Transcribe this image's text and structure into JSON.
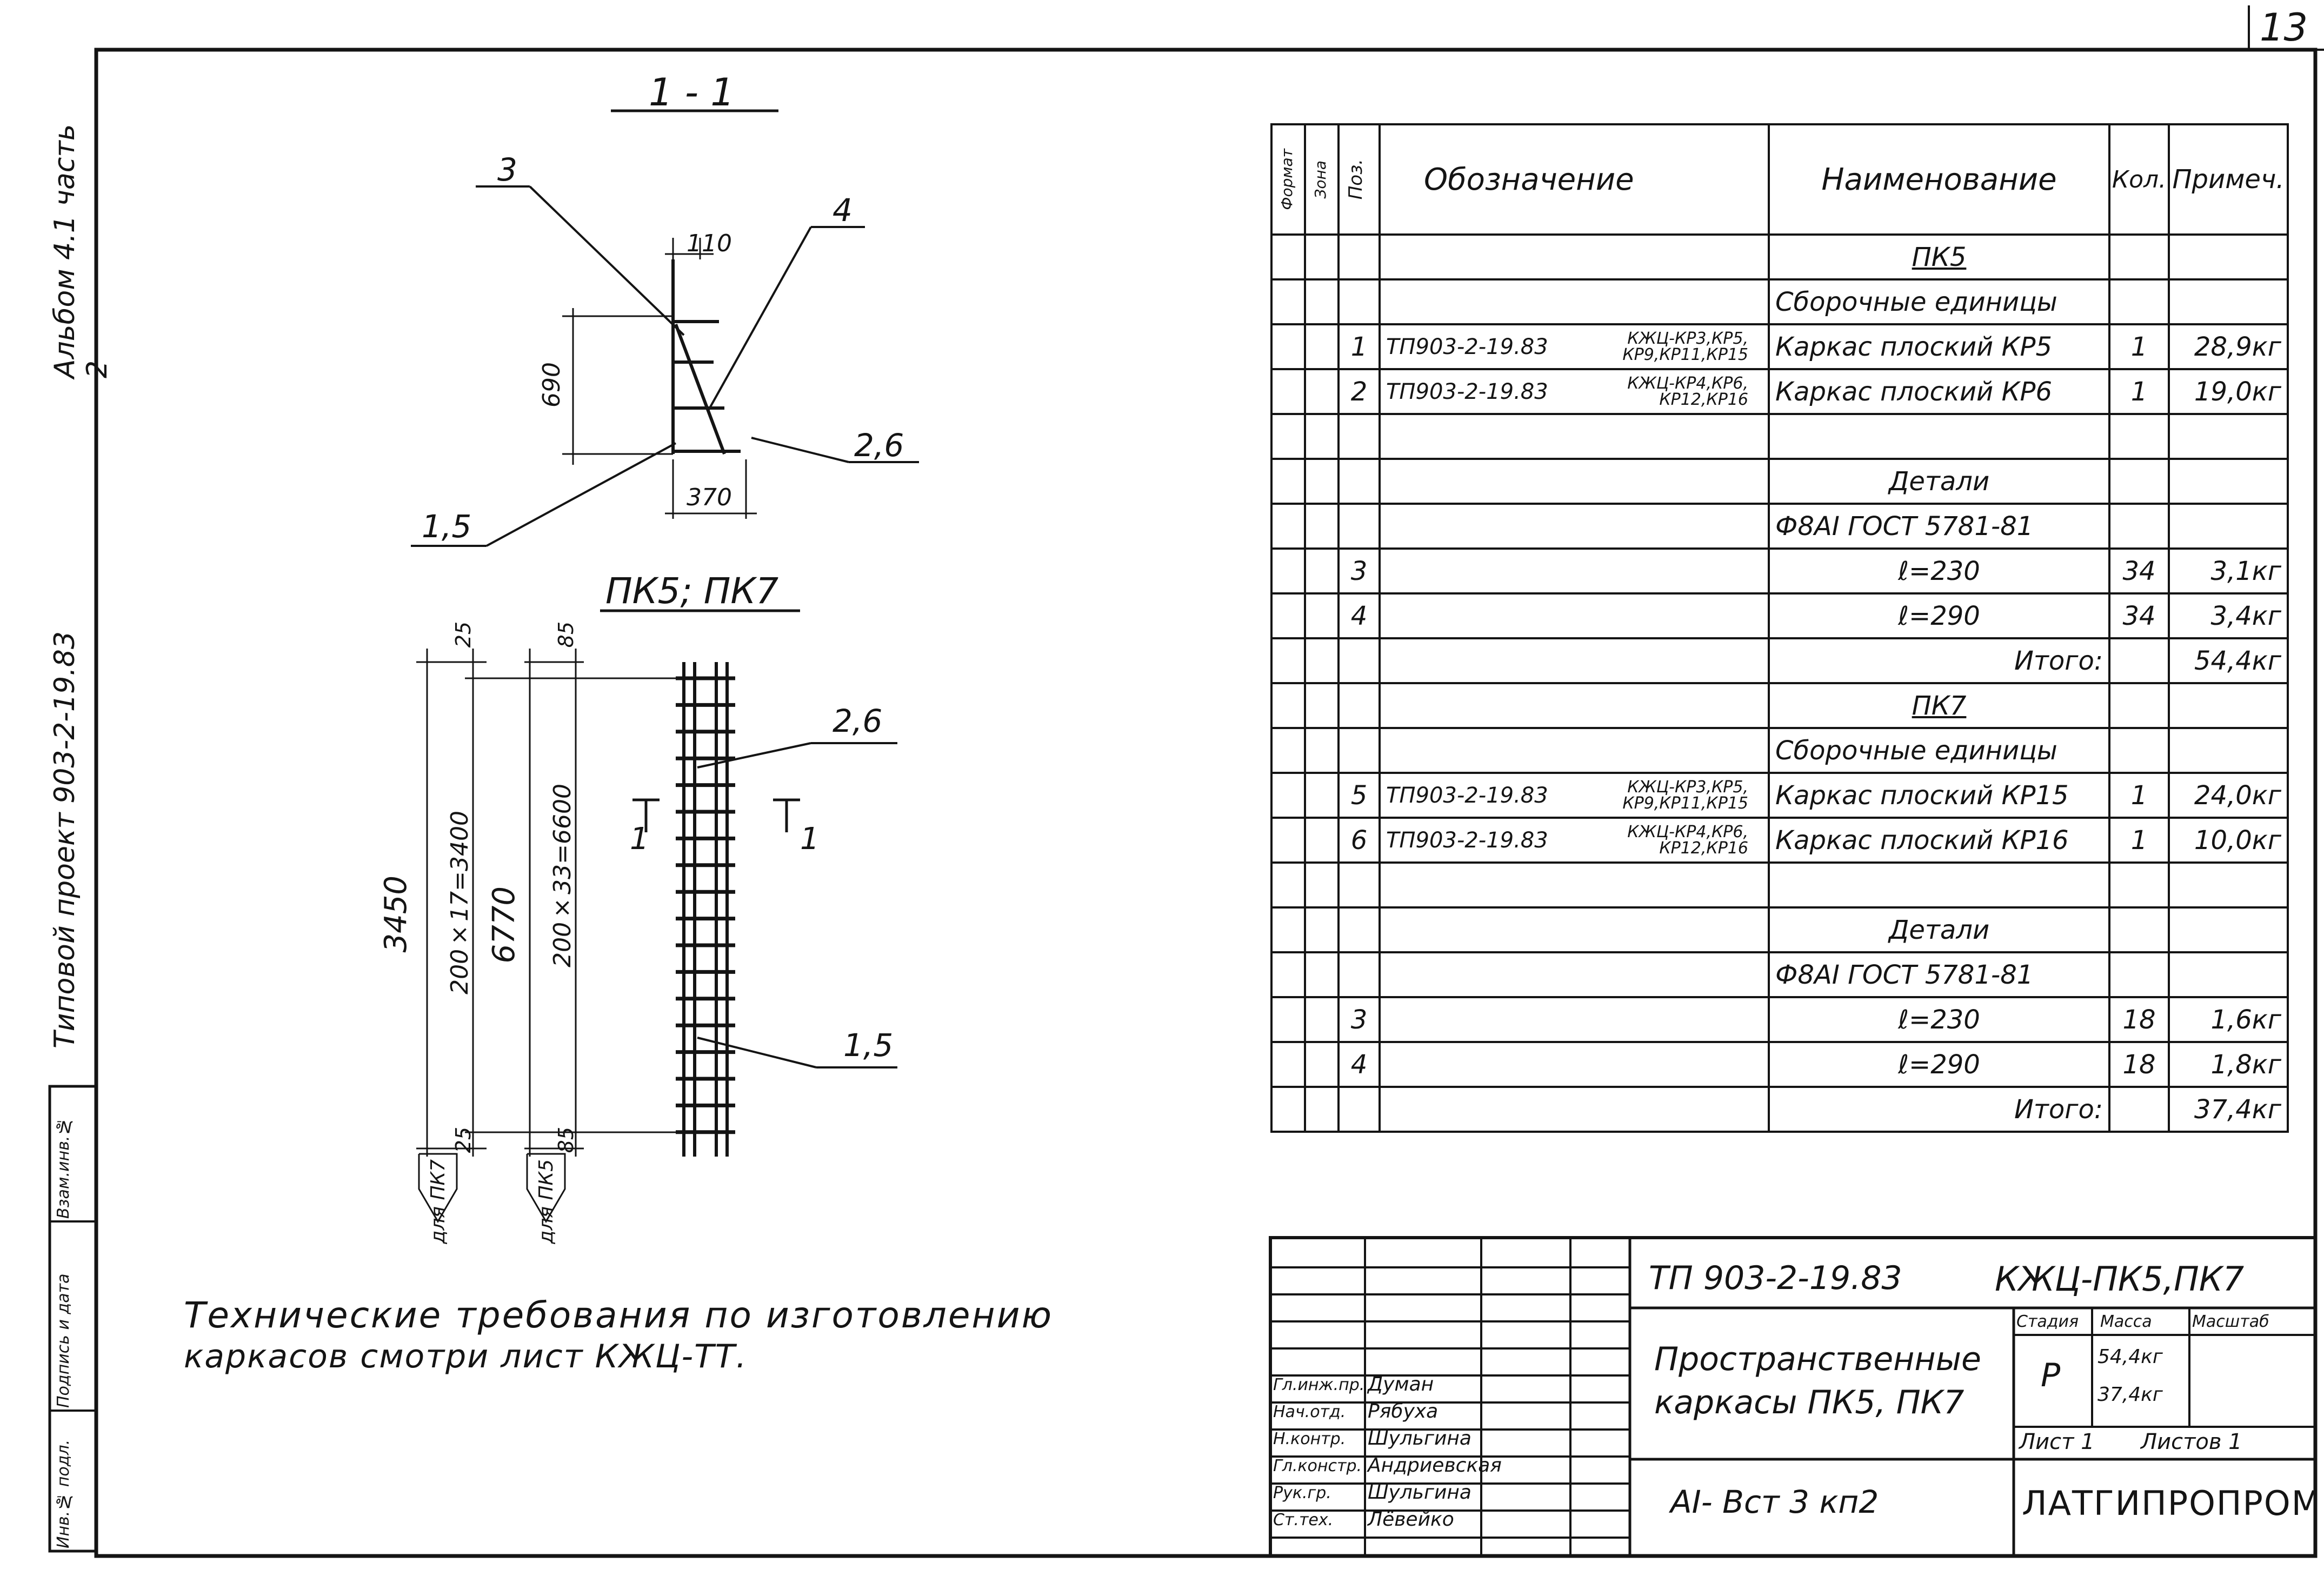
{
  "sheet_number": "13",
  "side_stamps": {
    "album": "Альбом 4.1 часть 2",
    "project": "Типовой проект 903-2-19.83",
    "vzam": "Взам.инв.№",
    "podpis": "Подпись и дата",
    "inv": "Инв.№ подл."
  },
  "section_view": {
    "title": "1 - 1",
    "callouts": [
      "3",
      "4",
      "2,6",
      "1,5"
    ],
    "dims": {
      "top": "110",
      "height": "690",
      "bottom": "370"
    }
  },
  "elevation_view": {
    "title": "ПК5; ПК7",
    "callouts": [
      "2,6",
      "1,5"
    ],
    "section_marks": [
      "1",
      "1"
    ],
    "dims_left": {
      "top": "25",
      "overall": "3450",
      "pitch": "200×17=3400",
      "bottom": "25",
      "note": "для ПК7"
    },
    "dims_right": {
      "top": "85",
      "overall": "6770",
      "pitch": "200×33=6600",
      "bottom": "85",
      "note": "для ПК5"
    }
  },
  "technical_note": {
    "line1": "Технические требования по изготовлению",
    "line2": "каркасов смотри лист КЖЦ-ТТ."
  },
  "spec_table": {
    "headers": {
      "format": "Формат",
      "zone": "Зона",
      "pos": "Поз.",
      "designation": "Обозначение",
      "name": "Наименование",
      "qty": "Кол.",
      "note": "Примеч."
    },
    "rows": [
      {
        "pos": "",
        "designation": "",
        "sub": "",
        "name": "ПК5",
        "qty": "",
        "note": "",
        "style": "center-underline"
      },
      {
        "pos": "",
        "designation": "",
        "sub": "",
        "name": "Сборочные единицы",
        "qty": "",
        "note": "",
        "style": ""
      },
      {
        "pos": "1",
        "designation": "ТП903-2-19.83",
        "sub": "КЖЦ-КР3,КР5, КР9,КР11,КР15",
        "name": "Каркас плоский КР5",
        "qty": "1",
        "note": "28,9кг",
        "style": ""
      },
      {
        "pos": "2",
        "designation": "ТП903-2-19.83",
        "sub": "КЖЦ-КР4,КР6, КР12,КР16",
        "name": "Каркас плоский КР6",
        "qty": "1",
        "note": "19,0кг",
        "style": ""
      },
      {
        "pos": "",
        "designation": "",
        "sub": "",
        "name": "",
        "qty": "",
        "note": "",
        "style": ""
      },
      {
        "pos": "",
        "designation": "",
        "sub": "",
        "name": "Детали",
        "qty": "",
        "note": "",
        "style": "center"
      },
      {
        "pos": "",
        "designation": "",
        "sub": "",
        "name": "Ф8АI ГОСТ 5781-81",
        "qty": "",
        "note": "",
        "style": ""
      },
      {
        "pos": "3",
        "designation": "",
        "sub": "",
        "name": "ℓ=230",
        "qty": "34",
        "note": "3,1кг",
        "style": "center"
      },
      {
        "pos": "4",
        "designation": "",
        "sub": "",
        "name": "ℓ=290",
        "qty": "34",
        "note": "3,4кг",
        "style": "center"
      },
      {
        "pos": "",
        "designation": "",
        "sub": "",
        "name": "Итого:",
        "qty": "",
        "note": "54,4кг",
        "style": "right"
      },
      {
        "pos": "",
        "designation": "",
        "sub": "",
        "name": "ПК7",
        "qty": "",
        "note": "",
        "style": "center-underline"
      },
      {
        "pos": "",
        "designation": "",
        "sub": "",
        "name": "Сборочные единицы",
        "qty": "",
        "note": "",
        "style": ""
      },
      {
        "pos": "5",
        "designation": "ТП903-2-19.83",
        "sub": "КЖЦ-КР3,КР5, КР9,КР11,КР15",
        "name": "Каркас плоский КР15",
        "qty": "1",
        "note": "24,0кг",
        "style": ""
      },
      {
        "pos": "6",
        "designation": "ТП903-2-19.83",
        "sub": "КЖЦ-КР4,КР6, КР12,КР16",
        "name": "Каркас плоский КР16",
        "qty": "1",
        "note": "10,0кг",
        "style": ""
      },
      {
        "pos": "",
        "designation": "",
        "sub": "",
        "name": "",
        "qty": "",
        "note": "",
        "style": ""
      },
      {
        "pos": "",
        "designation": "",
        "sub": "",
        "name": "Детали",
        "qty": "",
        "note": "",
        "style": "center"
      },
      {
        "pos": "",
        "designation": "",
        "sub": "",
        "name": "Ф8АI ГОСТ 5781-81",
        "qty": "",
        "note": "",
        "style": ""
      },
      {
        "pos": "3",
        "designation": "",
        "sub": "",
        "name": "ℓ=230",
        "qty": "18",
        "note": "1,6кг",
        "style": "center"
      },
      {
        "pos": "4",
        "designation": "",
        "sub": "",
        "name": "ℓ=290",
        "qty": "18",
        "note": "1,8кг",
        "style": "center"
      },
      {
        "pos": "",
        "designation": "",
        "sub": "",
        "name": "Итого:",
        "qty": "",
        "note": "37,4кг",
        "style": "right"
      }
    ]
  },
  "title_block": {
    "doc_code": "ТП 903-2-19.83",
    "sheet_code": "КЖЦ-ПК5,ПК7",
    "title_line1": "Пространственные",
    "title_line2": "каркасы ПК5, ПК7",
    "material": "АI- Вст 3 кп2",
    "stage_label": "Стадия",
    "mass_label": "Масса",
    "scale_label": "Масштаб",
    "stage": "Р",
    "mass1": "54,4кг",
    "mass2": "37,4кг",
    "sheet_label": "Лист 1",
    "sheets_label": "Листов 1",
    "organization": "ЛАТГИПРОПРОМ",
    "signatures": [
      {
        "role": "Гл.инж.пр.",
        "name": "Думан"
      },
      {
        "role": "Нач.отд.",
        "name": "Рябуха"
      },
      {
        "role": "Н.контр.",
        "name": "Шульгина"
      },
      {
        "role": "Гл.констр.",
        "name": "Андриевская"
      },
      {
        "role": "Рук.гр.",
        "name": "Шульгина"
      },
      {
        "role": "Ст.тех.",
        "name": "Лёвейко"
      }
    ]
  }
}
